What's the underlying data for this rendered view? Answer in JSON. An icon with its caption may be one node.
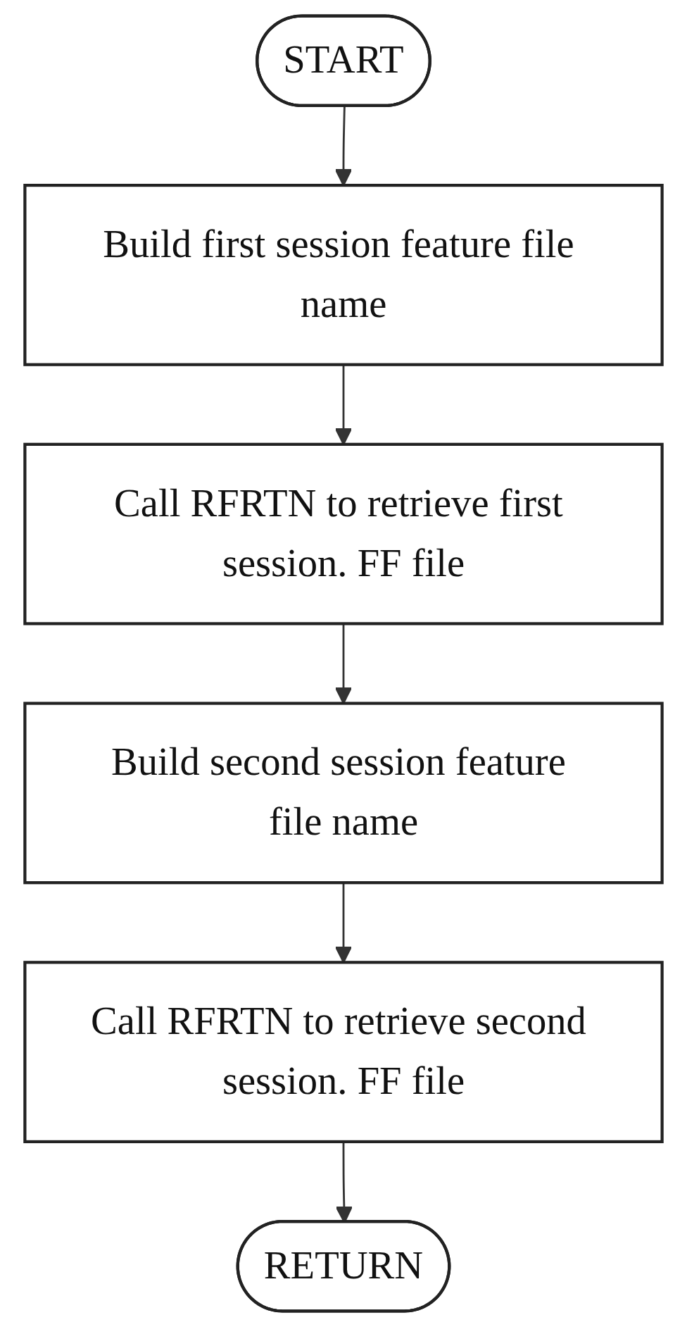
{
  "diagram": {
    "nodes": [
      {
        "text": [
          "START"
        ]
      },
      {
        "text": [
          "Build first session feature file name"
        ]
      },
      {
        "text": [
          "Call RFRTN to retrieve first session. FF file"
        ]
      },
      {
        "text": [
          "Build second session feature file name"
        ]
      },
      {
        "text": [
          "Call RFRTN to retrieve second session. FF file"
        ]
      },
      {
        "text": [
          "RETURN"
        ]
      }
    ],
    "edges": [
      {
        "from": 0,
        "to": 1,
        "arrow": "to"
      },
      {
        "from": 1,
        "to": 2,
        "arrow": "to"
      },
      {
        "from": 2,
        "to": 3,
        "arrow": "to"
      },
      {
        "from": 3,
        "to": 4,
        "arrow": "to"
      },
      {
        "from": 4,
        "to": 5,
        "arrow": "to"
      }
    ]
  }
}
